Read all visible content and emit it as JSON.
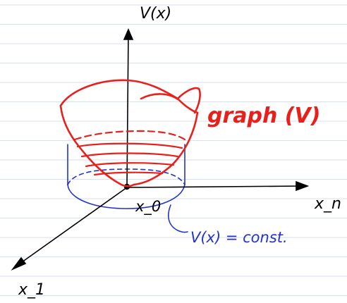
{
  "labels": {
    "v_axis": "V(x)",
    "xn_axis": "x_n",
    "x1_axis": "x_1",
    "origin": "x_0",
    "graph": "graph (V)",
    "level_set": "V(x) = const."
  },
  "colors": {
    "paper": "#ffffff",
    "rule_line": "#d8e2ee",
    "axis": "#000000",
    "graph": "#e8201c",
    "level_set": "#2233cc"
  }
}
